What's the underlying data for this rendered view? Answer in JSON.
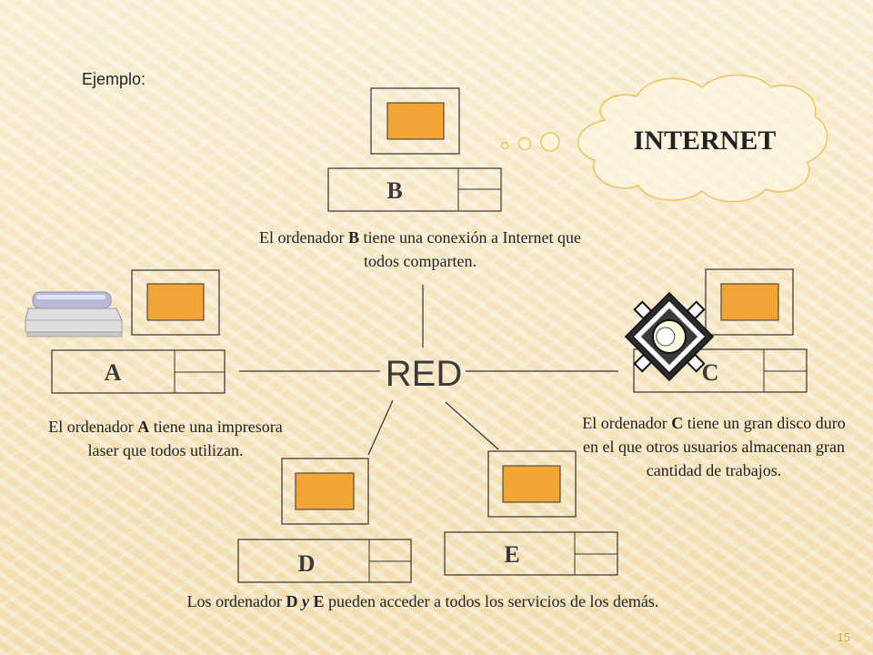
{
  "slide": {
    "heading": "Ejemplo:",
    "page_number": "15"
  },
  "diagram": {
    "center_label": "RED",
    "cloud_label": "INTERNET",
    "computers": [
      {
        "id": "A",
        "label": "A"
      },
      {
        "id": "B",
        "label": "B"
      },
      {
        "id": "C",
        "label": "C"
      },
      {
        "id": "D",
        "label": "D"
      },
      {
        "id": "E",
        "label": "E"
      }
    ]
  },
  "captions": {
    "b": {
      "t1": "El ordenador ",
      "bold": "B",
      "t2": " tiene una conexión a Internet que todos comparten."
    },
    "a": {
      "t1": "El ordenador ",
      "bold": "A",
      "t2": " tiene una impresora laser que todos utilizan."
    },
    "c": {
      "t1": "El ordenador ",
      "bold": "C",
      "t2": " tiene un gran disco duro en el que otros usuarios almacenan gran cantidad de trabajos."
    },
    "de": {
      "t1": "Los ordenador ",
      "bold1": "D",
      "mid": " y ",
      "bold2": "E",
      "t2": " pueden acceder a todos los servicios de los demás."
    }
  },
  "colors": {
    "screen": "#f0a534",
    "line": "#333333",
    "cloud_stroke": "#f0c35a",
    "page_number": "#d6a84a"
  },
  "icons": {
    "printer": "printer-icon",
    "cpu": "cpu-chip-icon",
    "cloud": "thought-cloud"
  }
}
